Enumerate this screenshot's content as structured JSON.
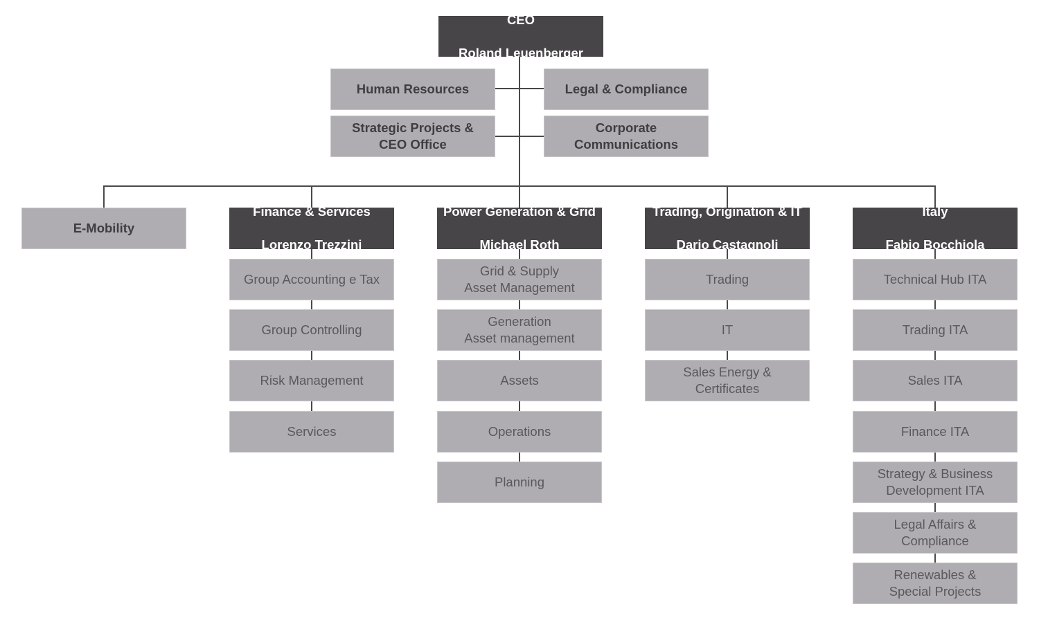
{
  "colors": {
    "dark_box": "#474547",
    "light_box": "#b0adb2",
    "line": "#4a484a",
    "dark_text": "#ffffff",
    "light_text": "#5a585b"
  },
  "ceo": {
    "title": "CEO",
    "name": "Roland Leuenberger"
  },
  "staff": {
    "human_resources": "Human Resources",
    "legal_compliance": "Legal & Compliance",
    "strategic_projects": "Strategic Projects &\nCEO Office",
    "corporate_communications": "Corporate\nCommunications"
  },
  "emobility": "E-Mobility",
  "divisions": [
    {
      "title": "Finance & Services",
      "head": "Lorenzo Trezzini",
      "units": [
        "Group Accounting e Tax",
        "Group Controlling",
        "Risk Management",
        "Services"
      ]
    },
    {
      "title": "Power Generation & Grid",
      "head": "Michael Roth",
      "units": [
        "Grid & Supply\nAsset Management",
        "Generation\nAsset management",
        "Assets",
        "Operations",
        "Planning"
      ]
    },
    {
      "title": "Trading, Origination & IT",
      "head": "Dario Castagnoli",
      "units": [
        "Trading",
        "IT",
        "Sales Energy &\nCertificates"
      ]
    },
    {
      "title": "Italy",
      "head": "Fabio Bocchiola",
      "units": [
        "Technical Hub ITA",
        "Trading ITA",
        "Sales ITA",
        "Finance ITA",
        "Strategy & Business\nDevelopment ITA",
        "Legal Affairs &\nCompliance",
        "Renewables &\nSpecial Projects"
      ]
    }
  ]
}
